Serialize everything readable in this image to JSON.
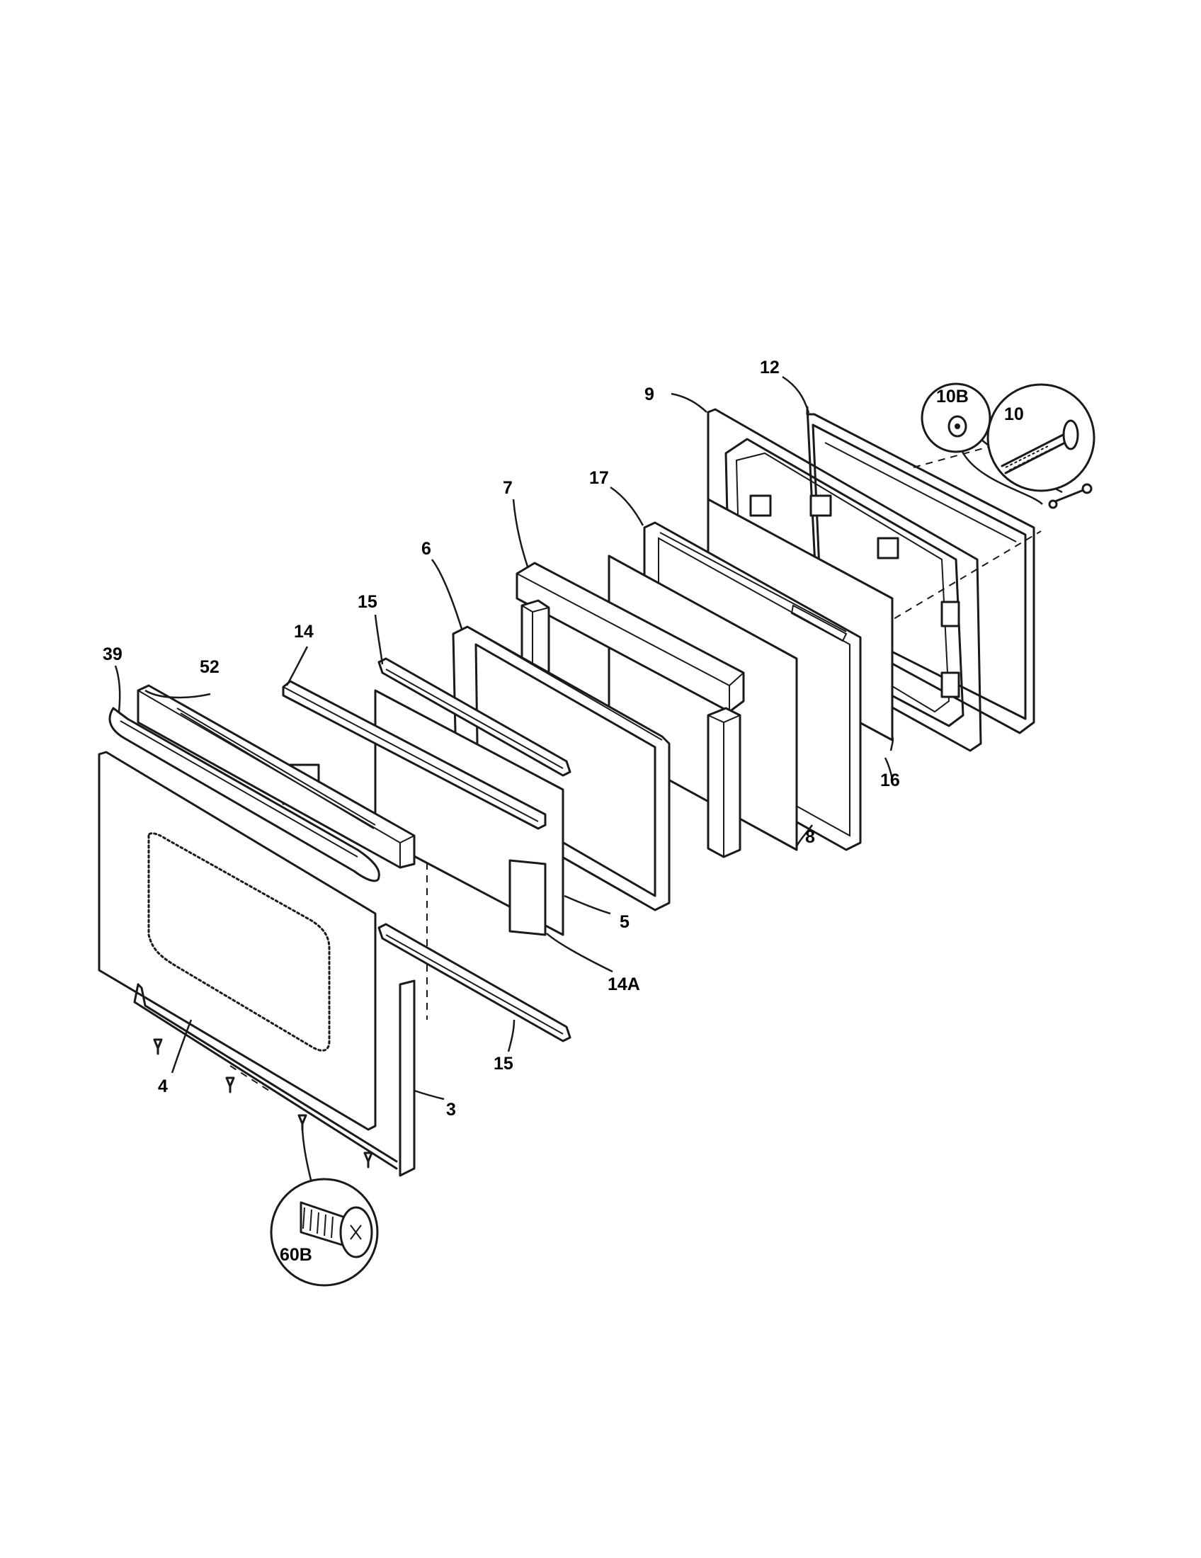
{
  "callouts": {
    "c9": "9",
    "c12": "12",
    "c10b": "10B",
    "c10": "10",
    "c17": "17",
    "c7": "7",
    "c6": "6",
    "c15_top": "15",
    "c14": "14",
    "c39": "39",
    "c52": "52",
    "c16": "16",
    "c8": "8",
    "c5": "5",
    "c14a": "14A",
    "c15_bottom": "15",
    "c4": "4",
    "c3": "3",
    "c60b": "60B"
  }
}
